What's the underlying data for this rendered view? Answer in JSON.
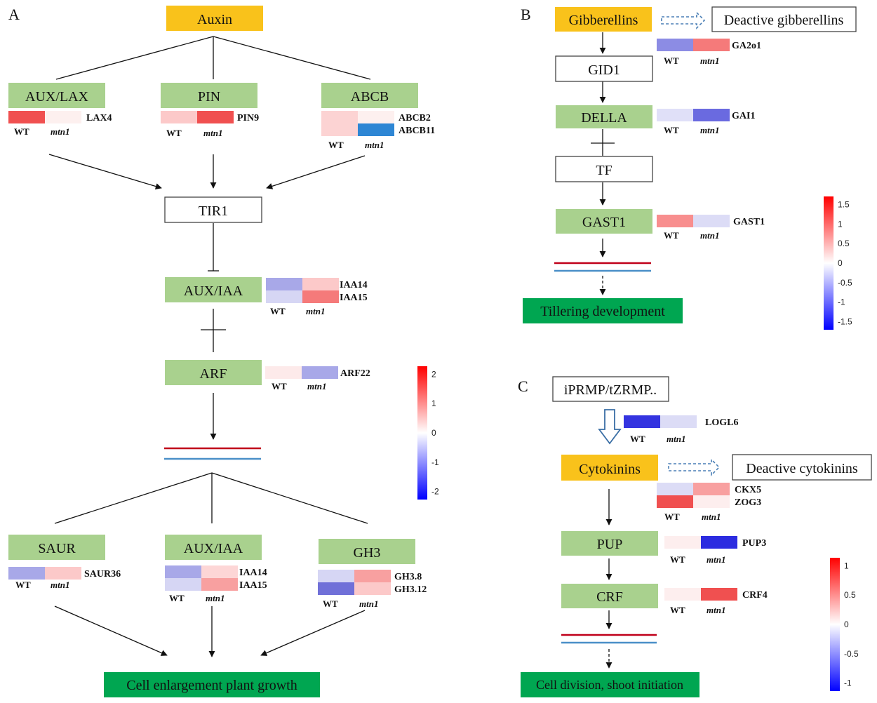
{
  "colors": {
    "hormone": "#f9c21b",
    "pathway": "#a9d18e",
    "outcome": "#00a651",
    "outcome_text": "#ffffff",
    "box_border": "#444444",
    "line_red": "#c0001a",
    "line_blue": "#4a8fc8",
    "deactive_arrow": "#4a7fb5",
    "cytokinin_inflow_arrow": "#3a6ea5"
  },
  "panels": {
    "a": "A",
    "b": "B",
    "c": "C"
  },
  "panel_a": {
    "auxin": "Auxin",
    "aux_lax": "AUX/LAX",
    "pin": "PIN",
    "abcb": "ABCB",
    "tir1": "TIR1",
    "aux_iaa": "AUX/IAA",
    "arf": "ARF",
    "saur": "SAUR",
    "aux_iaa_bottom": "AUX/IAA",
    "gh3": "GH3",
    "outcome": "Cell enlargement plant growth",
    "heatmaps": {
      "lax4": {
        "genes": [
          "LAX4"
        ],
        "colors": [
          [
            "#f05050",
            "#fdf0ef"
          ]
        ]
      },
      "pin9": {
        "genes": [
          "PIN9"
        ],
        "colors": [
          [
            "#fcc9c9",
            "#f05050"
          ]
        ]
      },
      "abcb": {
        "genes": [
          "ABCB2",
          "ABCB11"
        ],
        "colors": [
          [
            "#fcd3d3",
            "#fdf0ef"
          ],
          [
            "#fcd3d3",
            "#2e86d4"
          ]
        ]
      },
      "iaa_top": {
        "genes": [
          "IAA14",
          "IAA15"
        ],
        "colors": [
          [
            "#a8a8e8",
            "#fcc9c9"
          ],
          [
            "#d6d6f4",
            "#f57a7a"
          ]
        ]
      },
      "arf22": {
        "genes": [
          "ARF22"
        ],
        "colors": [
          [
            "#fdeaea",
            "#a8a8e8"
          ]
        ]
      },
      "saur36": {
        "genes": [
          "SAUR36"
        ],
        "colors": [
          [
            "#a8a8e8",
            "#fcc9c9"
          ]
        ]
      },
      "iaa_bottom": {
        "genes": [
          "IAA14",
          "IAA15"
        ],
        "colors": [
          [
            "#a8a8e8",
            "#fdd6d6"
          ],
          [
            "#d6d6f4",
            "#f8a0a0"
          ]
        ]
      },
      "gh3": {
        "genes": [
          "GH3.8",
          "GH3.12"
        ],
        "colors": [
          [
            "#d6d6f4",
            "#f8a0a0"
          ],
          [
            "#7070d8",
            "#fcc9c9"
          ]
        ]
      }
    },
    "colorbar_ticks": [
      "2",
      "1",
      "0",
      "-1",
      "-2"
    ]
  },
  "panel_b": {
    "gibberellins": "Gibberellins",
    "deactive": "Deactive gibberellins",
    "gid1": "GID1",
    "della": "DELLA",
    "tf": "TF",
    "gast1": "GAST1",
    "outcome": "Tillering development",
    "heatmaps": {
      "ga2o1": {
        "genes": [
          "GA2o1"
        ],
        "colors": [
          [
            "#8c8ce4",
            "#f57a7a"
          ]
        ]
      },
      "gai1": {
        "genes": [
          "GAI1"
        ],
        "colors": [
          [
            "#e0e0f8",
            "#6a6ae0"
          ]
        ]
      },
      "gast1": {
        "genes": [
          "GAST1"
        ],
        "colors": [
          [
            "#f88e8e",
            "#dcdcf6"
          ]
        ]
      }
    },
    "colorbar_ticks": [
      "1.5",
      "1",
      "0.5",
      "0",
      "-0.5",
      "-1",
      "-1.5"
    ]
  },
  "panel_c": {
    "precursor": "iPRMP/tZRMP..",
    "cytokinins": "Cytokinins",
    "deactive": "Deactive cytokinins",
    "pup": "PUP",
    "crf": "CRF",
    "outcome": "Cell division, shoot initiation",
    "heatmaps": {
      "logl6": {
        "genes": [
          "LOGL6"
        ],
        "colors": [
          [
            "#3434e0",
            "#dcdcf6"
          ]
        ]
      },
      "ckx_zog": {
        "genes": [
          "CKX5",
          "ZOG3"
        ],
        "colors": [
          [
            "#dcdcf6",
            "#f8a0a0"
          ],
          [
            "#f05050",
            "#fdeeee"
          ]
        ]
      },
      "pup3": {
        "genes": [
          "PUP3"
        ],
        "colors": [
          [
            "#fdeeee",
            "#2c2ce0"
          ]
        ]
      },
      "crf4": {
        "genes": [
          "CRF4"
        ],
        "colors": [
          [
            "#fdeeee",
            "#f05050"
          ]
        ]
      }
    },
    "colorbar_ticks": [
      "1",
      "0.5",
      "0",
      "-0.5",
      "-1"
    ]
  },
  "labels": {
    "wt": "WT",
    "mtn1": "mtn1"
  }
}
